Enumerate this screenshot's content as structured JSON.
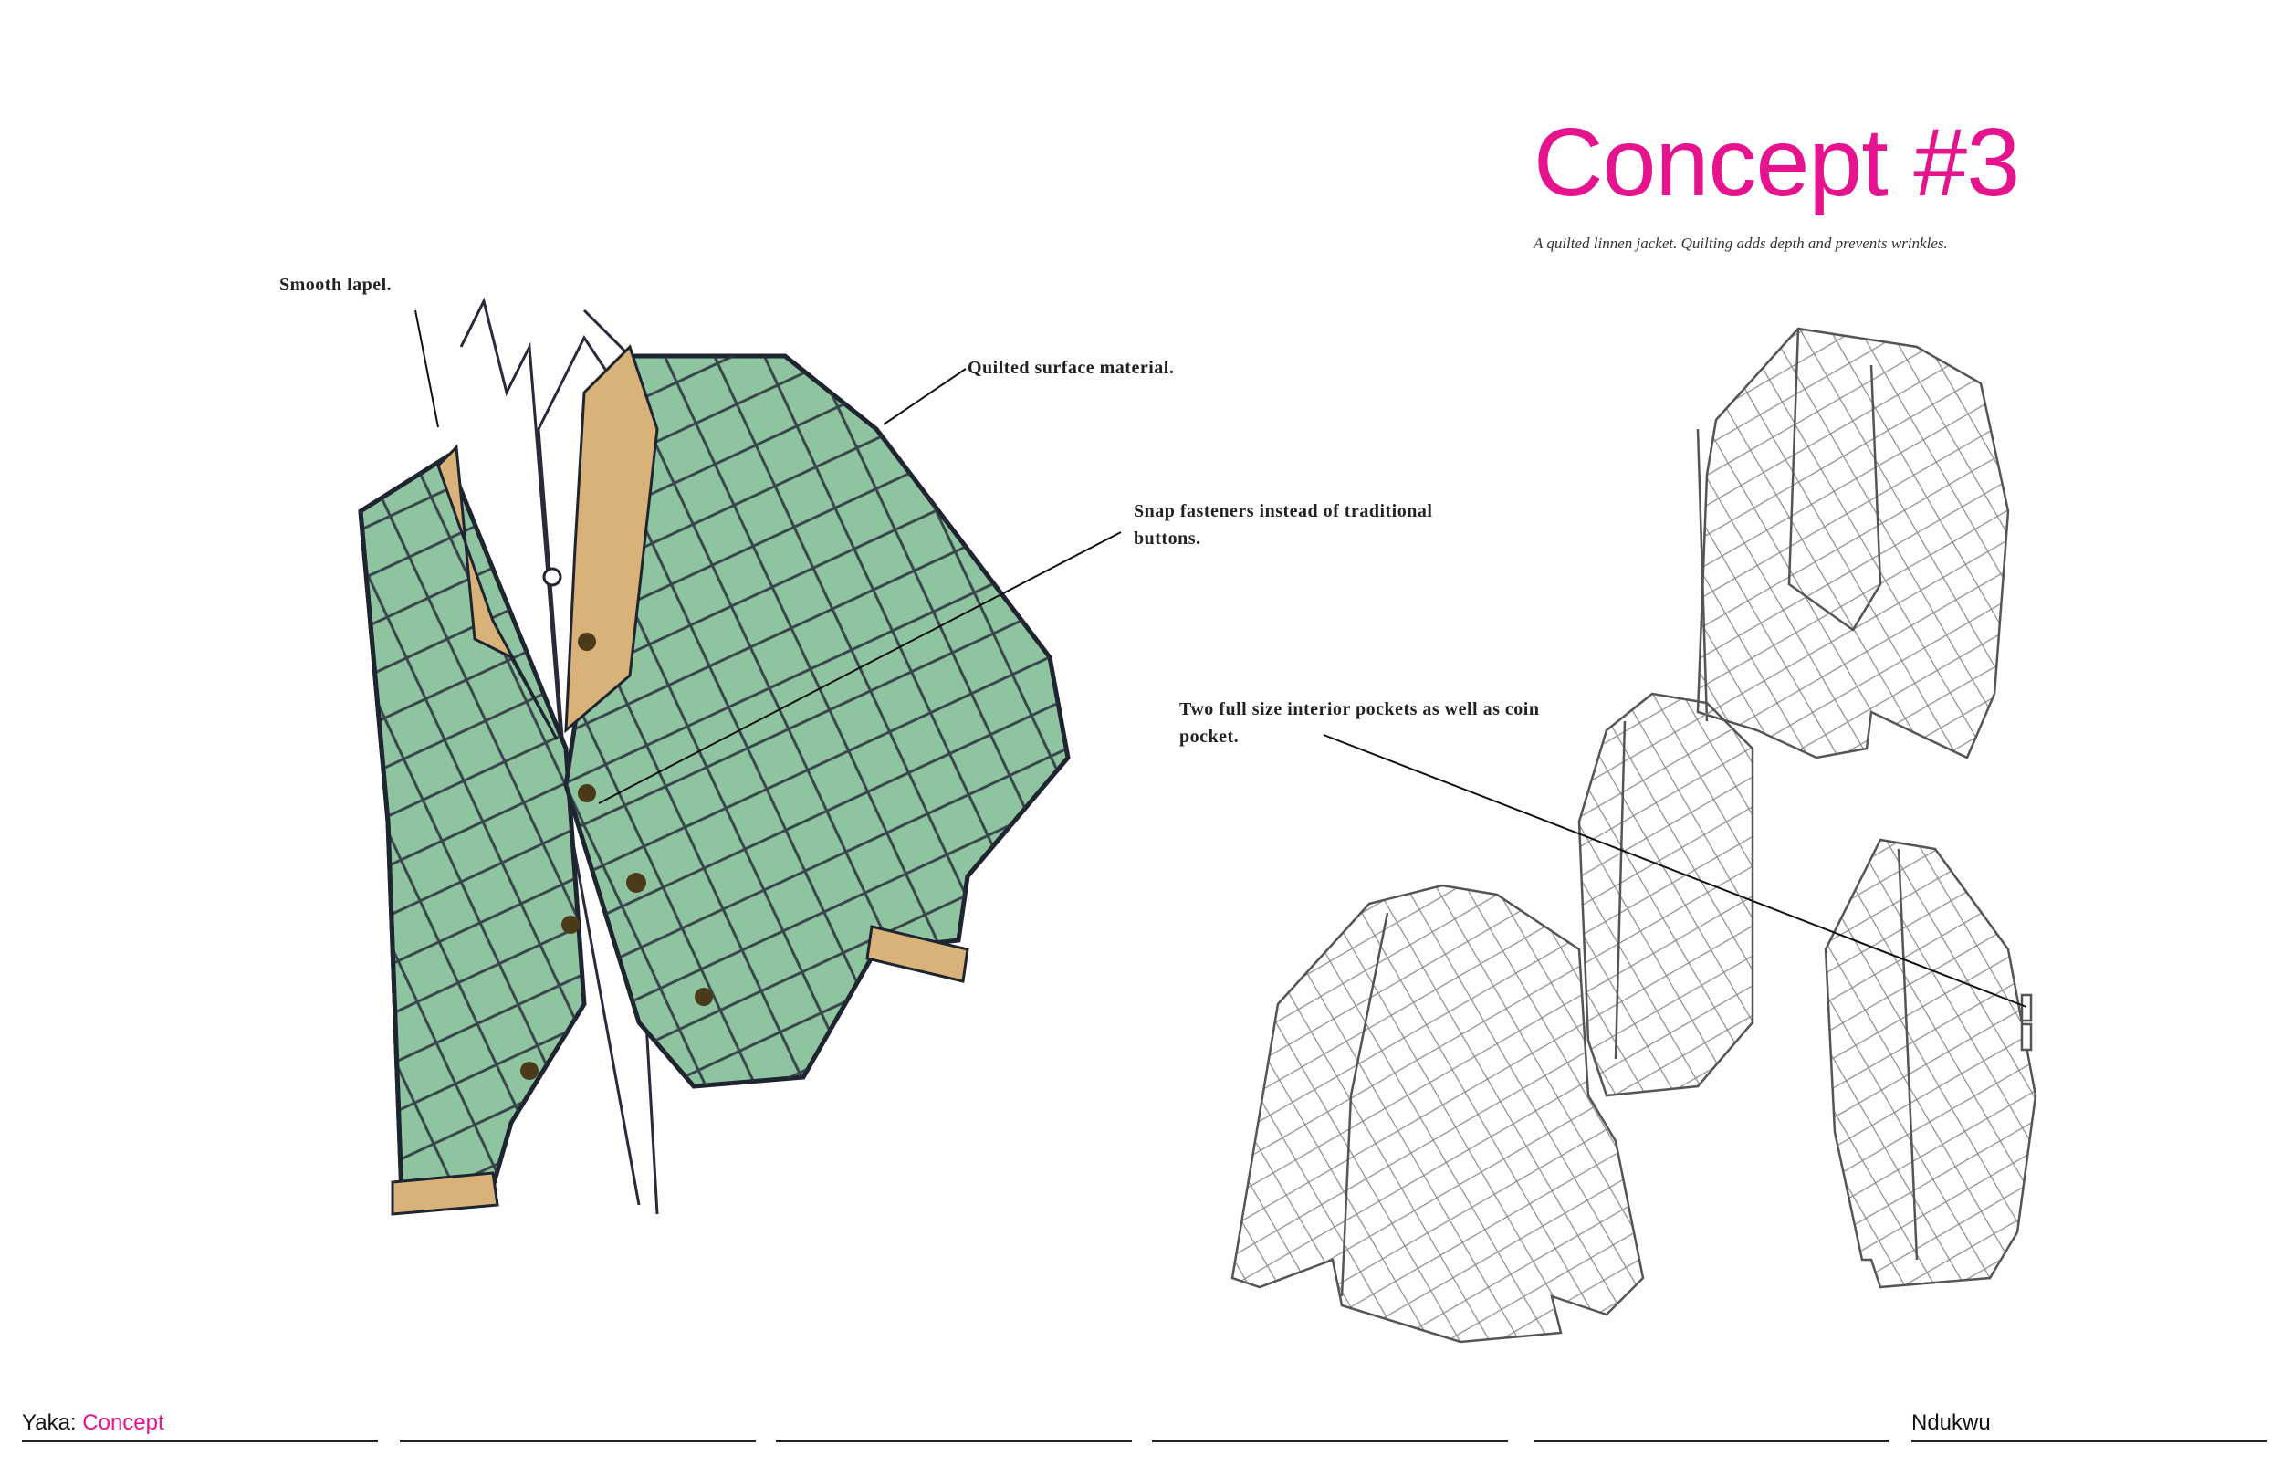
{
  "header": {
    "title": "Concept #3",
    "subtitle": "A quilted linnen jacket. Quilting adds depth and prevents wrinkles."
  },
  "annotations": {
    "lapel": "Smooth lapel.",
    "surface": "Quilted surface material.",
    "snaps": "Snap fasteners instead of traditional buttons.",
    "pockets": "Two full size interior pockets as well as coin pocket."
  },
  "footer": {
    "project": "Yaka:",
    "section": "Concept",
    "author": "Ndukwu"
  },
  "colors": {
    "accent": "#e6138f",
    "jacket_green": "#8fc4a0",
    "lapel_tan": "#d9b27a"
  }
}
